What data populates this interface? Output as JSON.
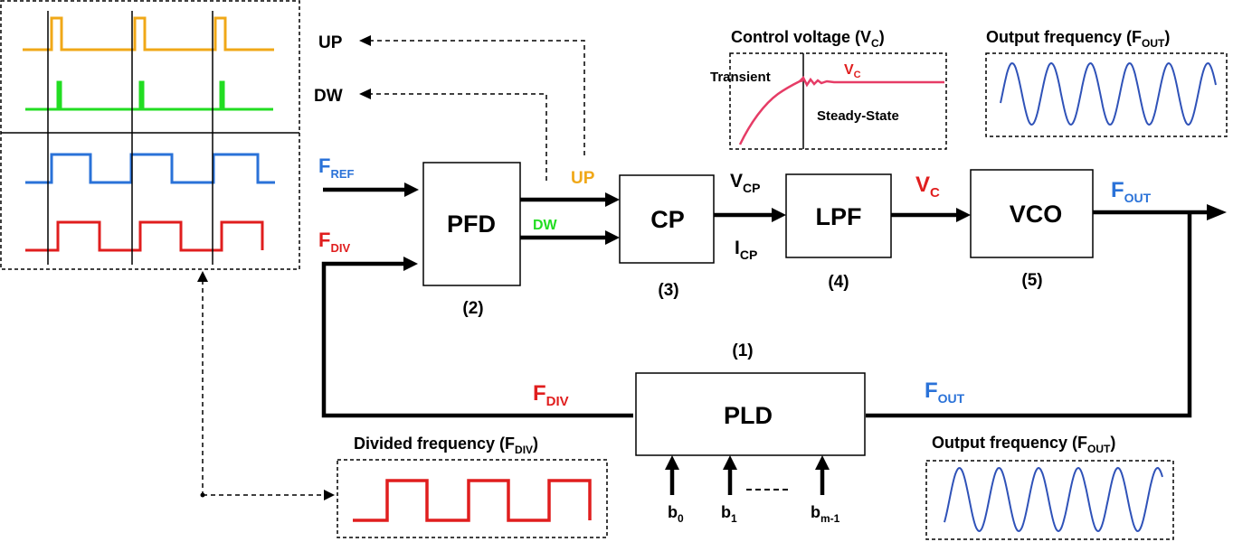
{
  "colors": {
    "black": "#000000",
    "up": "#f0a818",
    "dw": "#22dd22",
    "ref": "#2a72d8",
    "div": "#e01e1e",
    "vc": "#e63c66",
    "fout_text": "#2a72d8",
    "sine": "#2f52b8"
  },
  "blocks": {
    "pfd": {
      "name": "PFD",
      "number": "(2)"
    },
    "cp": {
      "name": "CP",
      "number": "(3)"
    },
    "lpf": {
      "name": "LPF",
      "number": "(4)"
    },
    "vco": {
      "name": "VCO",
      "number": "(5)"
    },
    "pld": {
      "name": "PLD",
      "number": "(1)"
    }
  },
  "signals": {
    "fref": {
      "main": "F",
      "sub": "REF"
    },
    "fdiv_in": {
      "main": "F",
      "sub": "DIV"
    },
    "fdiv_fb": {
      "main": "F",
      "sub": "DIV"
    },
    "up": "UP",
    "dw": "DW",
    "up_out": "UP",
    "dw_out": "DW",
    "vcp": {
      "main": "V",
      "sub": "CP"
    },
    "icp": {
      "main": "I",
      "sub": "CP"
    },
    "vc": {
      "main": "V",
      "sub": "C"
    },
    "fout_top": {
      "main": "F",
      "sub": "OUT"
    },
    "fout_fb": {
      "main": "F",
      "sub": "OUT"
    },
    "b0": {
      "main": "b",
      "sub": "0"
    },
    "b1": {
      "main": "b",
      "sub": "1"
    },
    "bm": {
      "main": "b",
      "sub": "m-1"
    },
    "dots": "------"
  },
  "insets": {
    "control_voltage": {
      "title_pre": "Control  voltage  (V",
      "title_sub": "C",
      "title_post": ")",
      "transient": "Transient",
      "steady": "Steady-State",
      "vc_main": "V",
      "vc_sub": "C"
    },
    "output_top": {
      "title_pre": "Output  frequency  (F",
      "title_sub": "OUT",
      "title_post": ")"
    },
    "output_bottom": {
      "title_pre": "Output  frequency (F",
      "title_sub": "OUT",
      "title_post": ")"
    },
    "divided": {
      "title_pre": "Divided  frequency  (F",
      "title_sub": "DIV",
      "title_post": ")"
    }
  }
}
